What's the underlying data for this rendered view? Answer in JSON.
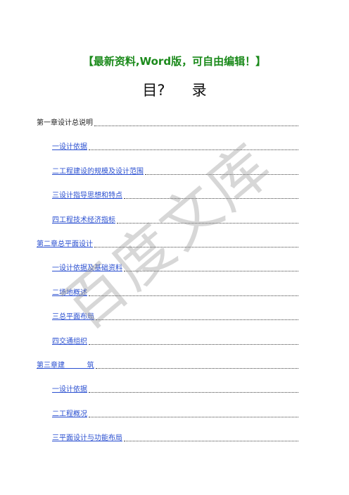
{
  "banner": "【最新资料,Word版，可自由编辑！】",
  "toc_title": {
    "left": "目?",
    "right": "录"
  },
  "watermark": "百度文库",
  "colors": {
    "banner": "#1b8a1b",
    "link": "#2a4fd0",
    "text": "#222222"
  },
  "toc": [
    {
      "text": "第一章设计总说明",
      "level": 0,
      "link": false
    },
    {
      "text": "一设计依据",
      "level": 1,
      "link": true
    },
    {
      "text": "二工程建设的规模及设计范围",
      "level": 1,
      "link": true
    },
    {
      "text": "三设计指导思想和特点",
      "level": 1,
      "link": true
    },
    {
      "text": "四工程技术经济指标",
      "level": 1,
      "link": true
    },
    {
      "text": "第二章总平面设计",
      "level": 0,
      "link": true
    },
    {
      "text": "一设计依据及基础资料",
      "level": 1,
      "link": true
    },
    {
      "text": "二场地概述",
      "level": 1,
      "link": true
    },
    {
      "text": "三总平面布局",
      "level": 1,
      "link": true
    },
    {
      "text": "四交通组织",
      "level": 1,
      "link": true
    },
    {
      "text": "第三章建          筑",
      "level": 0,
      "link": true
    },
    {
      "text": "一设计依据",
      "level": 1,
      "link": true
    },
    {
      "text": "二工程概况",
      "level": 1,
      "link": true
    },
    {
      "text": "三平面设计与功能布局",
      "level": 1,
      "link": true
    }
  ]
}
